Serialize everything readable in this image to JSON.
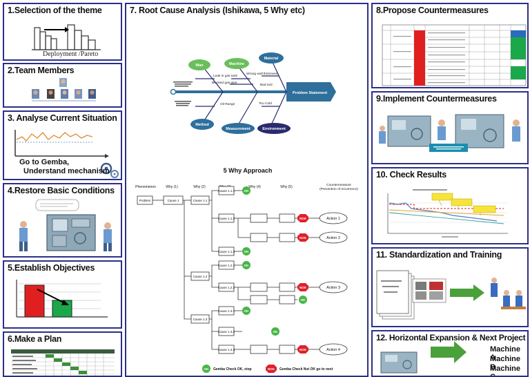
{
  "panels": {
    "p1": {
      "title": "1.Selection of the theme",
      "caption": "Deployment /Pareto"
    },
    "p2": {
      "title": "2.Team Members"
    },
    "p3": {
      "title": "3. Analyse Current Situation",
      "caption_l1": "Go to Gemba,",
      "caption_l2": "Understand mechanism"
    },
    "p4": {
      "title": "4.Restore Basic Conditions"
    },
    "p5": {
      "title": "5.Establish Objectives"
    },
    "p6": {
      "title": "6.Make a Plan"
    },
    "p7": {
      "title": "7. Root Cause Analysis (Ishikawa, 5 Why etc)"
    },
    "p8": {
      "title": "8.Propose Countermeasures"
    },
    "p9": {
      "title": "9.Implement Countermeasures"
    },
    "p10": {
      "title": "10. Check Results"
    },
    "p11": {
      "title": "11. Standardization and Training"
    },
    "p12": {
      "title": "12. Horizontal Expansion & Next Project",
      "machines": [
        "Machine A",
        "Machine B",
        "Machine C"
      ]
    }
  },
  "fishbone": {
    "head": "Problem Statement",
    "categories": {
      "man": "Man",
      "machine": "Machine",
      "material": "Material",
      "method": "Method",
      "measurement": "Measurement",
      "environment": "Environment"
    },
    "causes": {
      "bad_tool": "Bad tool",
      "leak_gas": "Leak in gas tank",
      "blocked_pipe": "Blocked gas pipe",
      "wrong_thickness": "Wrong wall thickness",
      "too_cold": "Too Cold",
      "oil_range": "Oil Range"
    }
  },
  "five_why": {
    "title": "5 Why Approach",
    "headers": [
      "Phenomenon",
      "Why (1)",
      "Why (2)",
      "Why (3)",
      "Why (4)",
      "Why (5)",
      "Countermeasure (Prevention of recurrence)"
    ],
    "problem": "Problem",
    "causes": {
      "c1": "Cause 1",
      "c11": "Cause 1.1",
      "c12": "Cause 1.2",
      "c13": "Cause 1.3",
      "c111": "Cause 1.1.1",
      "c112": "Cause 1.1.2",
      "c113": "Cause 1.1.3",
      "c121": "Cause 1.2.1",
      "c122": "Cause 1.2.2",
      "c131": "Cause 1.3.1",
      "c132": "Cause 1.3.2",
      "c133": "Cause 1.3.3"
    },
    "actions": [
      "Action 1",
      "Action 2",
      "Action 3",
      "Action 4"
    ],
    "ok": "OK",
    "nok": "NOK",
    "legend_ok": "Gemba Check OK, stop",
    "legend_nok": "Gemba Check Not OK go to next"
  },
  "colors": {
    "border": "#2b2f86",
    "fish_green": "#6abf5a",
    "fish_blue": "#2e6f9c",
    "fish_navy": "#2a2a6e",
    "nok_red": "#e0202a",
    "ok_green": "#48b548",
    "bar_red": "#e02020",
    "bar_green": "#1aa84a"
  }
}
